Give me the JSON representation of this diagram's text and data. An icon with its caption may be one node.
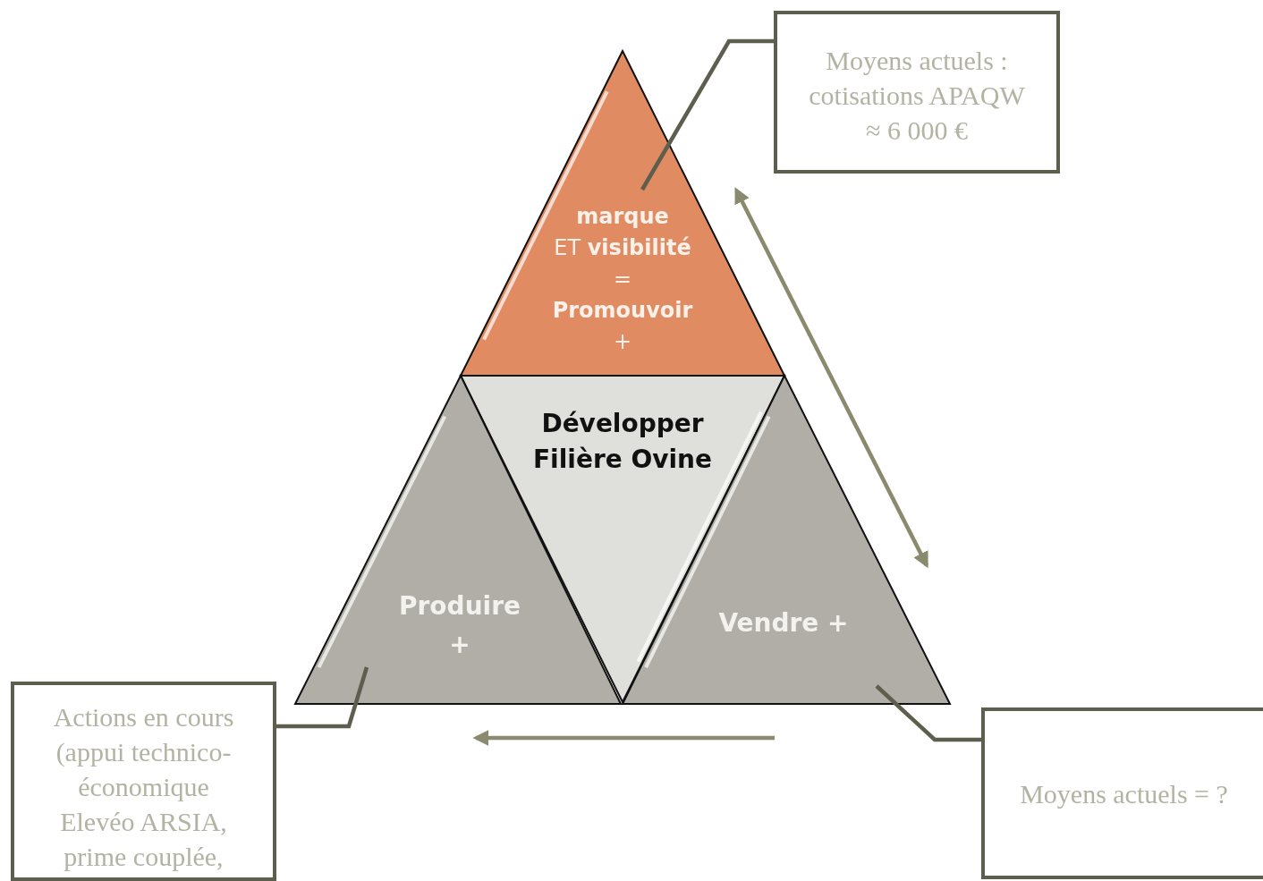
{
  "diagram": {
    "nodes": [
      {
        "text": [
          "**marque**",
          "ET **visibilité**",
          "=",
          "**Promouvoir**",
          "+"
        ]
      },
      {
        "text": [
          "Développer Filière Ovine"
        ]
      },
      {
        "text": [
          "Produire +"
        ]
      },
      {
        "text": [
          "Vendre +"
        ]
      },
      {
        "text": [
          "Moyens actuels : cotisations APAQW ≈ 6 000 €"
        ]
      },
      {
        "text": [
          "Actions en cours (appui technico-économique Elevéo ARSIA, prime couplée,"
        ]
      },
      {
        "text": [
          "Moyens actuels = ?"
        ]
      }
    ],
    "edges": [
      {
        "from": 4,
        "to": 0,
        "arrow": "none"
      },
      {
        "from": 5,
        "to": 2,
        "arrow": "none"
      },
      {
        "from": 6,
        "to": 3,
        "arrow": "none"
      },
      {
        "from": 0,
        "to": 3,
        "arrow": "both",
        "color": "#8a8a6e"
      },
      {
        "from": 3,
        "to": 2,
        "arrow": "to",
        "color": "#8a8a6e"
      }
    ]
  }
}
